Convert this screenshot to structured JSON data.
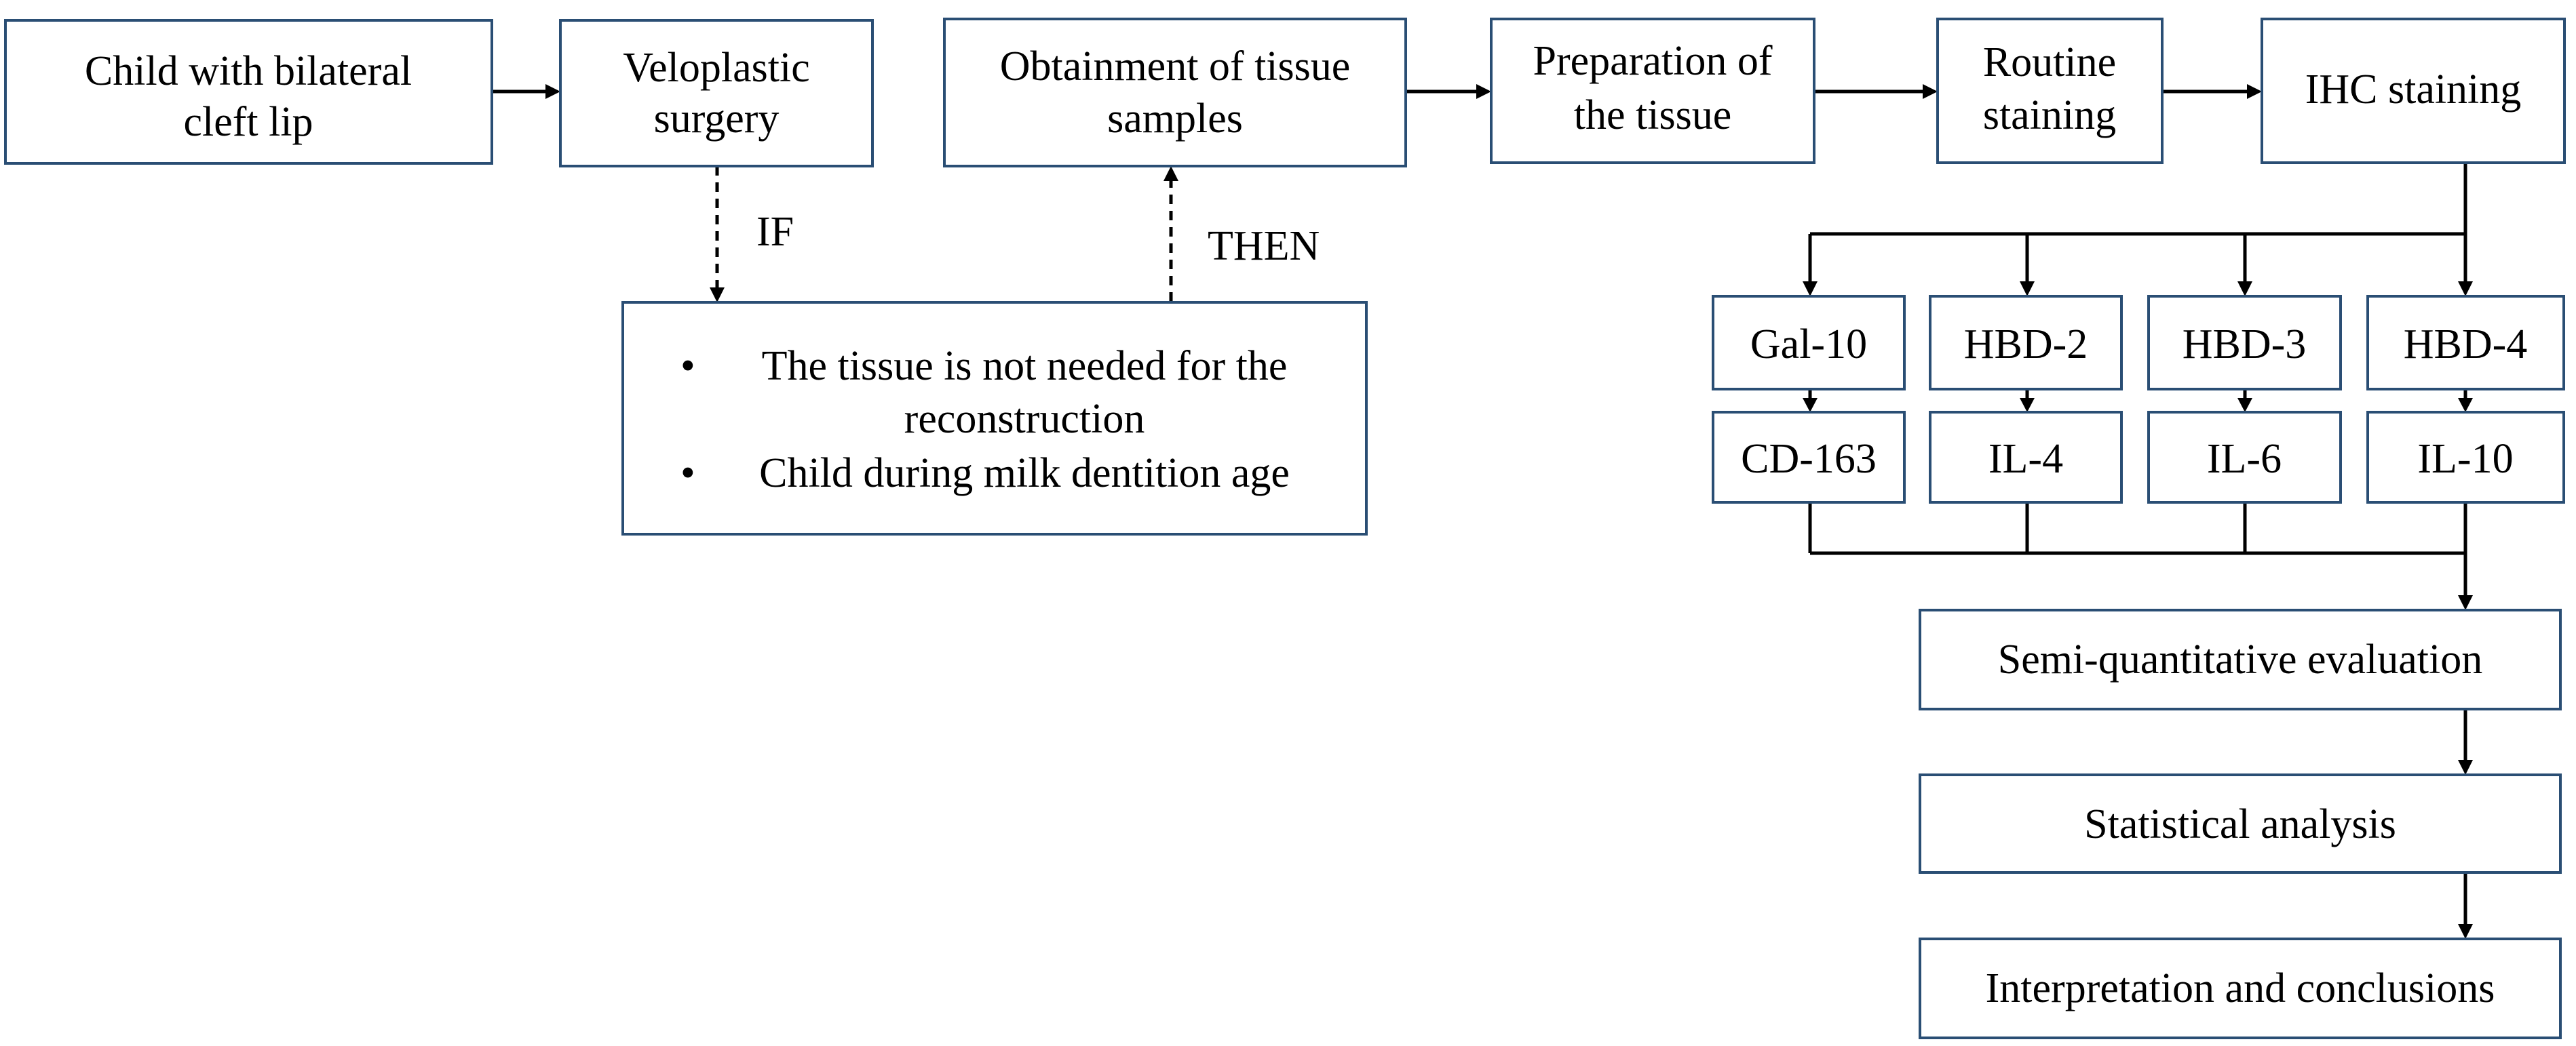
{
  "boxes": {
    "child": {
      "line1": "Child with bilateral",
      "line2": "cleft lip"
    },
    "veloplastic": {
      "line1": "Veloplastic",
      "line2": "surgery"
    },
    "obtainment": {
      "line1": "Obtainment of tissue",
      "line2": "samples"
    },
    "preparation": {
      "line1": "Preparation of",
      "line2": "the tissue"
    },
    "routine": {
      "line1": "Routine",
      "line2": "staining"
    },
    "ihc": {
      "text": "IHC staining"
    },
    "conditions": {
      "bullet": "•",
      "item1_line1": "The tissue is not needed for the",
      "item1_line2": "reconstruction",
      "item2": "Child during milk dentition age"
    },
    "gal10": {
      "text": "Gal-10"
    },
    "hbd2": {
      "text": "HBD-2"
    },
    "hbd3": {
      "text": "HBD-3"
    },
    "hbd4": {
      "text": "HBD-4"
    },
    "cd163": {
      "text": "CD-163"
    },
    "il4": {
      "text": "IL-4"
    },
    "il6": {
      "text": "IL-6"
    },
    "il10": {
      "text": "IL-10"
    },
    "semi": {
      "text": "Semi-quantitative evaluation"
    },
    "statistical": {
      "text": "Statistical analysis"
    },
    "interpretation": {
      "text": "Interpretation and conclusions"
    }
  },
  "labels": {
    "if": "IF",
    "then": "THEN"
  },
  "colors": {
    "box_border": "#2a4e74",
    "line": "#000000",
    "text": "#000000"
  }
}
